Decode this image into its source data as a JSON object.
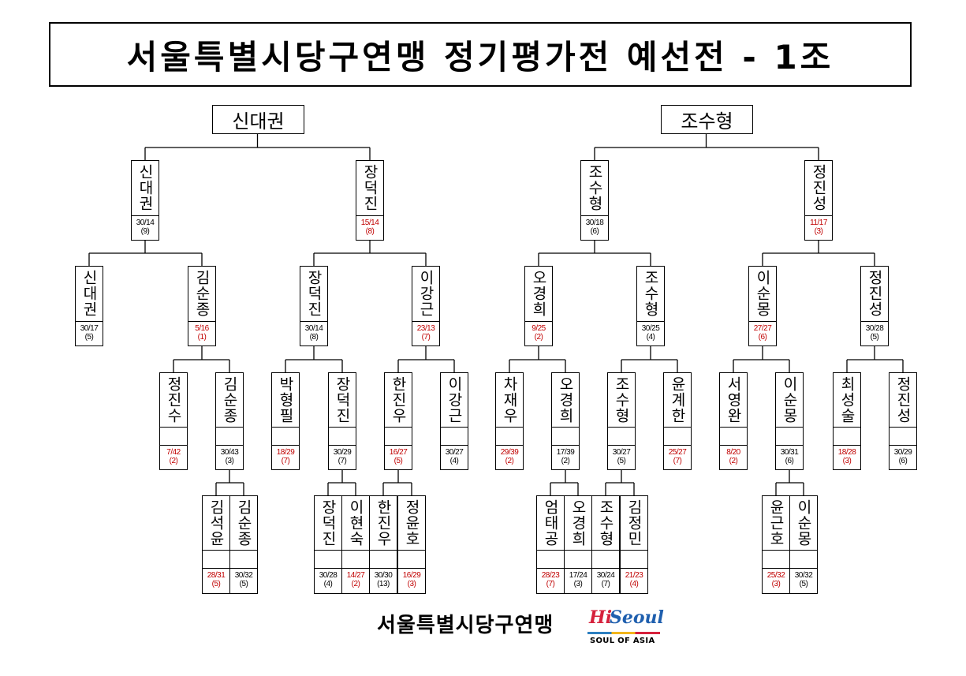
{
  "title": "서울특별시당구연맹 정기평가전 예선전 - 1조",
  "footer": {
    "org": "서울특별시당구연맹",
    "logo_text": "Hi Seoul",
    "logo_sub": "SOUL OF ASIA",
    "logo_hi": "Hi",
    "logo_seoul": "Seoul"
  },
  "colors": {
    "lost_score": "#c00000",
    "border": "#000000"
  },
  "bracket": {
    "nodes": [
      {
        "name": "신대권",
        "children": [
          2,
          3
        ]
      },
      {
        "name": "조수형",
        "children": [
          4,
          5
        ]
      },
      {
        "name": "신대권",
        "score": "30/14",
        "rank": "(9)",
        "lost": false,
        "children": [
          6,
          7
        ]
      },
      {
        "name": "장덕진",
        "score": "15/14",
        "rank": "(8)",
        "lost": true,
        "children": [
          8,
          9
        ]
      },
      {
        "name": "조수형",
        "score": "30/18",
        "rank": "(6)",
        "lost": false,
        "children": [
          10,
          11
        ]
      },
      {
        "name": "정진성",
        "score": "11/17",
        "rank": "(3)",
        "lost": true,
        "children": [
          12,
          13
        ]
      },
      {
        "name": "신대권",
        "score": "30/17",
        "rank": "(5)",
        "lost": false
      },
      {
        "name": "김순종",
        "score": "5/16",
        "rank": "(1)",
        "lost": true,
        "children": [
          14,
          15
        ]
      },
      {
        "name": "장덕진",
        "score": "30/14",
        "rank": "(8)",
        "lost": false,
        "children": [
          16,
          17
        ]
      },
      {
        "name": "이강근",
        "score": "23/13",
        "rank": "(7)",
        "lost": true,
        "children": [
          18,
          19
        ]
      },
      {
        "name": "오경희",
        "score": "9/25",
        "rank": "(2)",
        "lost": true,
        "children": [
          20,
          21
        ]
      },
      {
        "name": "조수형",
        "score": "30/25",
        "rank": "(4)",
        "lost": false,
        "children": [
          22,
          23
        ]
      },
      {
        "name": "이순몽",
        "score": "27/27",
        "rank": "(6)",
        "lost": true,
        "children": [
          24,
          25
        ]
      },
      {
        "name": "정진성",
        "score": "30/28",
        "rank": "(5)",
        "lost": false,
        "children": [
          26,
          27
        ]
      },
      {
        "name": "정진수",
        "score": "7/42",
        "rank": "(2)",
        "lost": true
      },
      {
        "name": "김순종",
        "score": "30/43",
        "rank": "(3)",
        "lost": false,
        "children": [
          28,
          29
        ]
      },
      {
        "name": "박형필",
        "score": "18/29",
        "rank": "(7)",
        "lost": true
      },
      {
        "name": "장덕진",
        "score": "30/29",
        "rank": "(7)",
        "lost": false,
        "children": [
          30,
          31
        ]
      },
      {
        "name": "한진우",
        "score": "16/27",
        "rank": "(5)",
        "lost": true,
        "children": [
          32,
          33
        ]
      },
      {
        "name": "이강근",
        "score": "30/27",
        "rank": "(4)",
        "lost": false
      },
      {
        "name": "차재우",
        "score": "29/39",
        "rank": "(2)",
        "lost": true
      },
      {
        "name": "오경희",
        "score": "17/39",
        "rank": "(2)",
        "lost": false,
        "children": [
          34,
          35
        ]
      },
      {
        "name": "조수형",
        "score": "30/27",
        "rank": "(5)",
        "lost": false,
        "children": [
          36,
          37
        ]
      },
      {
        "name": "윤계한",
        "score": "25/27",
        "rank": "(7)",
        "lost": true
      },
      {
        "name": "서영완",
        "score": "8/20",
        "rank": "(2)",
        "lost": true
      },
      {
        "name": "이순몽",
        "score": "30/31",
        "rank": "(6)",
        "lost": false,
        "children": [
          38,
          39
        ]
      },
      {
        "name": "최성술",
        "score": "18/28",
        "rank": "(3)",
        "lost": true
      },
      {
        "name": "정진성",
        "score": "30/29",
        "rank": "(6)",
        "lost": false
      },
      {
        "name": "김석윤",
        "score": "28/31",
        "rank": "(5)",
        "lost": true
      },
      {
        "name": "김순종",
        "score": "30/32",
        "rank": "(5)",
        "lost": false
      },
      {
        "name": "장덕진",
        "score": "30/28",
        "rank": "(4)",
        "lost": false
      },
      {
        "name": "이현숙",
        "score": "14/27",
        "rank": "(2)",
        "lost": true
      },
      {
        "name": "한진우",
        "score": "30/30",
        "rank": "(13)",
        "lost": false
      },
      {
        "name": "정윤호",
        "score": "16/29",
        "rank": "(3)",
        "lost": true
      },
      {
        "name": "엄태공",
        "score": "28/23",
        "rank": "(7)",
        "lost": true
      },
      {
        "name": "오경희",
        "score": "17/24",
        "rank": "(3)",
        "lost": false
      },
      {
        "name": "조수형",
        "score": "30/24",
        "rank": "(7)",
        "lost": false
      },
      {
        "name": "김정민",
        "score": "21/23",
        "rank": "(4)",
        "lost": true
      },
      {
        "name": "윤근호",
        "score": "25/32",
        "rank": "(3)",
        "lost": true
      },
      {
        "name": "이순몽",
        "score": "30/32",
        "rank": "(5)",
        "lost": false
      }
    ]
  }
}
